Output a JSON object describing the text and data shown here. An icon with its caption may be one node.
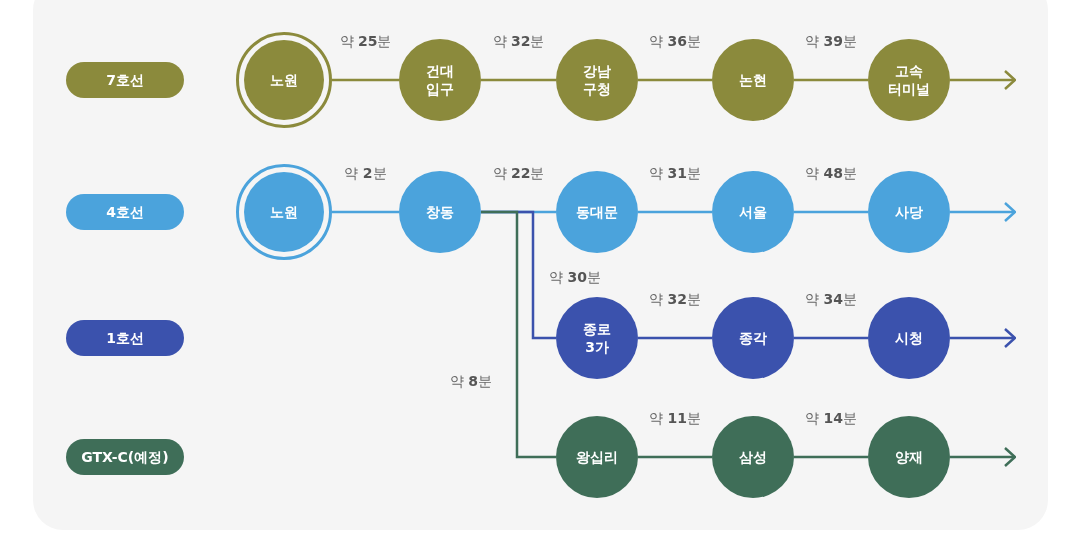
{
  "diagram": {
    "nodes": [
      {
        "text": [
          "7호선"
        ]
      },
      {
        "text": [
          "4호선"
        ]
      },
      {
        "text": [
          "1호선"
        ]
      },
      {
        "text": [
          "GTX-C(예정)"
        ]
      },
      {
        "text": [
          "노원"
        ]
      },
      {
        "text": [
          "건대 입구"
        ]
      },
      {
        "text": [
          "강남 구청"
        ]
      },
      {
        "text": [
          "논현"
        ]
      },
      {
        "text": [
          "고속 터미널"
        ]
      },
      {
        "text": [
          "노원"
        ]
      },
      {
        "text": [
          "창동"
        ]
      },
      {
        "text": [
          "동대문"
        ]
      },
      {
        "text": [
          "서울"
        ]
      },
      {
        "text": [
          "사당"
        ]
      },
      {
        "text": [
          "종로 3가"
        ]
      },
      {
        "text": [
          "종각"
        ]
      },
      {
        "text": [
          "시청"
        ]
      },
      {
        "text": [
          "왕십리"
        ]
      },
      {
        "text": [
          "삼성"
        ]
      },
      {
        "text": [
          "양재"
        ]
      }
    ],
    "edges": [
      {
        "from": 4,
        "to": 5,
        "arrow": "none",
        "label": "약 **25**분",
        "color": "#8b8a3c"
      },
      {
        "from": 5,
        "to": 6,
        "arrow": "none",
        "label": "약 **32**분",
        "color": "#8b8a3c"
      },
      {
        "from": 6,
        "to": 7,
        "arrow": "none",
        "label": "약 **36**분",
        "color": "#8b8a3c"
      },
      {
        "from": 7,
        "to": 8,
        "arrow": "none",
        "label": "약 **39**분",
        "color": "#8b8a3c"
      },
      {
        "from": 8,
        "to": null,
        "arrow": "to",
        "color": "#8b8a3c"
      },
      {
        "from": 9,
        "to": 10,
        "arrow": "none",
        "label": "약 **2**분",
        "color": "#4ba3dc"
      },
      {
        "from": 10,
        "to": 11,
        "arrow": "none",
        "label": "약 **22**분",
        "color": "#4ba3dc"
      },
      {
        "from": 11,
        "to": 12,
        "arrow": "none",
        "label": "약 **31**분",
        "color": "#4ba3dc"
      },
      {
        "from": 12,
        "to": 13,
        "arrow": "none",
        "label": "약 **48**분",
        "color": "#4ba3dc"
      },
      {
        "from": 13,
        "to": null,
        "arrow": "to",
        "color": "#4ba3dc"
      },
      {
        "from": 10,
        "to": 14,
        "arrow": "none",
        "label": "약 **30**분",
        "color": "#3b52ad"
      },
      {
        "from": 14,
        "to": 15,
        "arrow": "none",
        "label": "약 **32**분",
        "color": "#3b52ad"
      },
      {
        "from": 15,
        "to": 16,
        "arrow": "none",
        "label": "약 **34**분",
        "color": "#3b52ad"
      },
      {
        "from": 16,
        "to": null,
        "arrow": "to",
        "color": "#3b52ad"
      },
      {
        "from": 10,
        "to": 17,
        "arrow": "none",
        "label": "약 **8**분",
        "color": "#3f6e58"
      },
      {
        "from": 17,
        "to": 18,
        "arrow": "none",
        "label": "약 **11**분",
        "color": "#3f6e58"
      },
      {
        "from": 18,
        "to": 19,
        "arrow": "none",
        "label": "약 **14**분",
        "color": "#3f6e58"
      },
      {
        "from": 19,
        "to": null,
        "arrow": "to",
        "color": "#3f6e58"
      }
    ]
  }
}
